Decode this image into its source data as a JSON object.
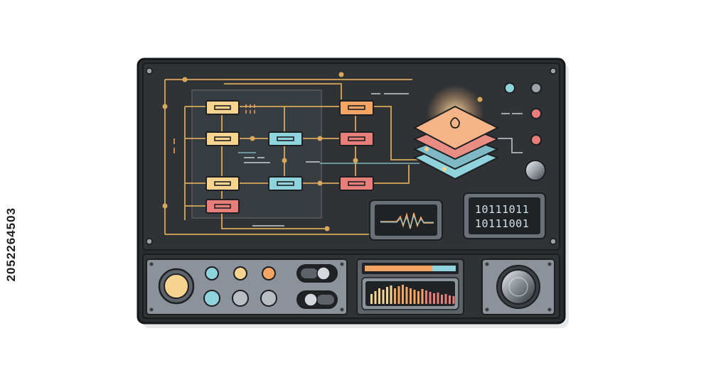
{
  "stock_id": "2052264503",
  "binary_display": {
    "line1": "10111011",
    "line2": "10111001"
  },
  "colors": {
    "panel": "#2e3134",
    "bezel": "#3a3d41",
    "yellow": "#f6d38e",
    "teal": "#8fd3dc",
    "red": "#e77e7a",
    "orange": "#f4a563",
    "wire": "#d8a85c",
    "screen": "#1f2326"
  }
}
